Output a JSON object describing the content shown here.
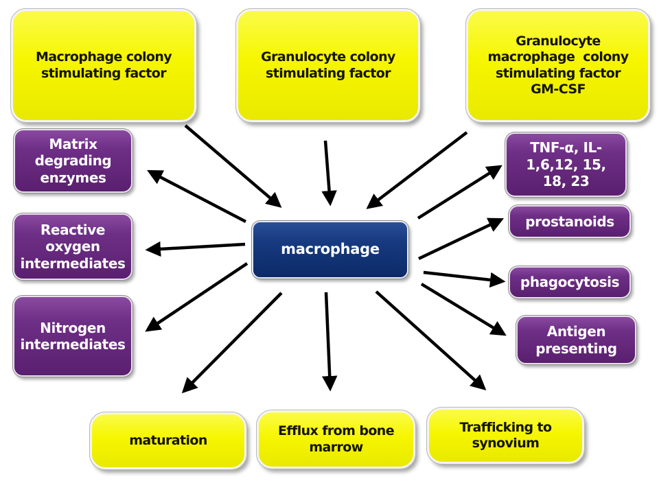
{
  "top_factors": {
    "mcsf": "Macrophage colony stimulating factor",
    "gcsf": "Granulocyte colony stimulating factor",
    "gmcsf_line1": "Granulocyte",
    "gmcsf_line2": "macrophage  colony",
    "gmcsf_line3": "stimulating factor",
    "gmcsf_line4": "GM-CSF"
  },
  "center": {
    "label": "macrophage"
  },
  "left_products": {
    "matrix": "Matrix degrading enzymes",
    "reactive": "Reactive oxygen intermediates",
    "nitrogen": "Nitrogen intermediates"
  },
  "right_products": {
    "cytokines": "TNF-α, IL-1,6,12, 15, 18, 23",
    "prostanoids": "prostanoids",
    "phagocytosis": "phagocytosis",
    "antigen": "Antigen presenting"
  },
  "bottom_outcomes": {
    "maturation": "maturation",
    "efflux": "Efflux from bone marrow",
    "trafficking": "Trafficking to synovium"
  },
  "colors": {
    "factor_yellow": "#f6f600",
    "product_purple": "#6e2f86",
    "center_navy": "#173a80",
    "arrow": "#000000"
  }
}
